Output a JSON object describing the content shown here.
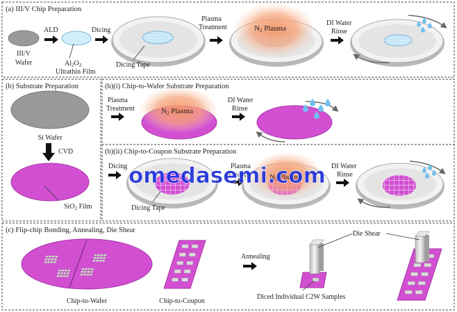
{
  "panels": {
    "a": {
      "title": "(a)   III/V Chip Preparation"
    },
    "b": {
      "title": "(b)   Substrate Preparation"
    },
    "bi": {
      "title": "(b)(i) Chip-to-Wafer Substrate Preparation"
    },
    "bii": {
      "title": "(b)(ii) Chip-to-Coupon Substrate Preparation"
    },
    "c": {
      "title": "(c)   Flip-chip Bonding, Annealing, Die Shear"
    }
  },
  "labels": {
    "iiiv_wafer_line1": "III/V",
    "iiiv_wafer_line2": "Wafer",
    "ald": "ALD",
    "al2o3_main": "Al",
    "al2o3_sub2": "2",
    "al2o3_o": "O",
    "al2o3_sub3": "3",
    "ultrathin_film": "Ultrathin Film",
    "dicing": "Dicing",
    "dicing_tape": "Dicing Tape",
    "plasma_line1": "Plasma",
    "treatment": "Treatment",
    "n2_n": "N",
    "n2_sub": "2",
    "n2_plasma": " Plasma",
    "di_water": "DI Water",
    "rinse": "Rinse",
    "si_wafer": "Si Wafer",
    "cvd": "CVD",
    "sio2_si": "SiO",
    "sio2_sub": "2",
    "sio2_film": " Film",
    "chip_to_wafer": "Chip-to-Wafer",
    "chip_to_coupon": "Chip-to-Coupon",
    "annealing": "Annealing",
    "die_shear": "Die Shear",
    "diced_samples": "Diced Individual C2W Samples"
  },
  "watermark": "omedasemi.com",
  "colors": {
    "magenta": "#d24fd2",
    "wafer_gray": "#9a9a9a",
    "film_blue": "#d3eefb",
    "plasma_orange": "#f6a074",
    "watermark_blue": "#1d2fd8",
    "tape_gray": "#e9e9e9"
  }
}
